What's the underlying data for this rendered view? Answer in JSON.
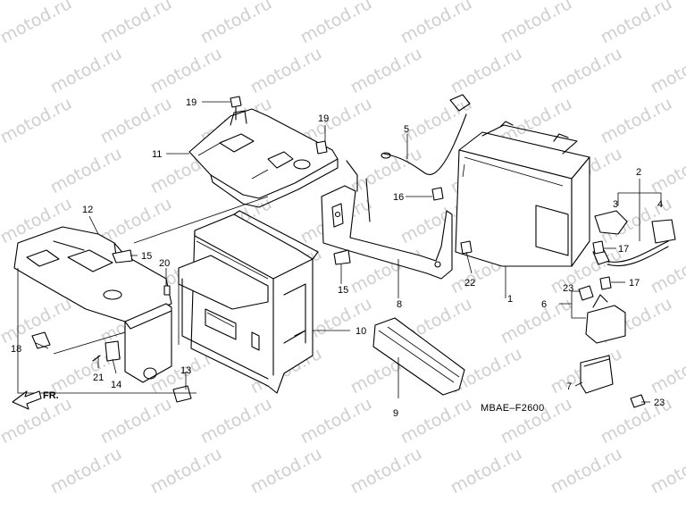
{
  "watermark": {
    "text": "motod.ru"
  },
  "diagram_code": "MBAE–F2600",
  "front_label": "FR.",
  "callouts": [
    {
      "id": "c1",
      "text": "1"
    },
    {
      "id": "c2",
      "text": "2"
    },
    {
      "id": "c3",
      "text": "3"
    },
    {
      "id": "c4",
      "text": "4"
    },
    {
      "id": "c5",
      "text": "5"
    },
    {
      "id": "c6",
      "text": "6"
    },
    {
      "id": "c7",
      "text": "7"
    },
    {
      "id": "c8",
      "text": "8"
    },
    {
      "id": "c9",
      "text": "9"
    },
    {
      "id": "c10",
      "text": "10"
    },
    {
      "id": "c11",
      "text": "11"
    },
    {
      "id": "c12",
      "text": "12"
    },
    {
      "id": "c13",
      "text": "13"
    },
    {
      "id": "c14",
      "text": "14"
    },
    {
      "id": "c15a",
      "text": "15"
    },
    {
      "id": "c15b",
      "text": "15"
    },
    {
      "id": "c16",
      "text": "16"
    },
    {
      "id": "c17a",
      "text": "17"
    },
    {
      "id": "c17b",
      "text": "17"
    },
    {
      "id": "c18",
      "text": "18"
    },
    {
      "id": "c19a",
      "text": "19"
    },
    {
      "id": "c19b",
      "text": "19"
    },
    {
      "id": "c20",
      "text": "20"
    },
    {
      "id": "c21",
      "text": "21"
    },
    {
      "id": "c22",
      "text": "22"
    },
    {
      "id": "c23a",
      "text": "23"
    },
    {
      "id": "c23b",
      "text": "23"
    }
  ]
}
